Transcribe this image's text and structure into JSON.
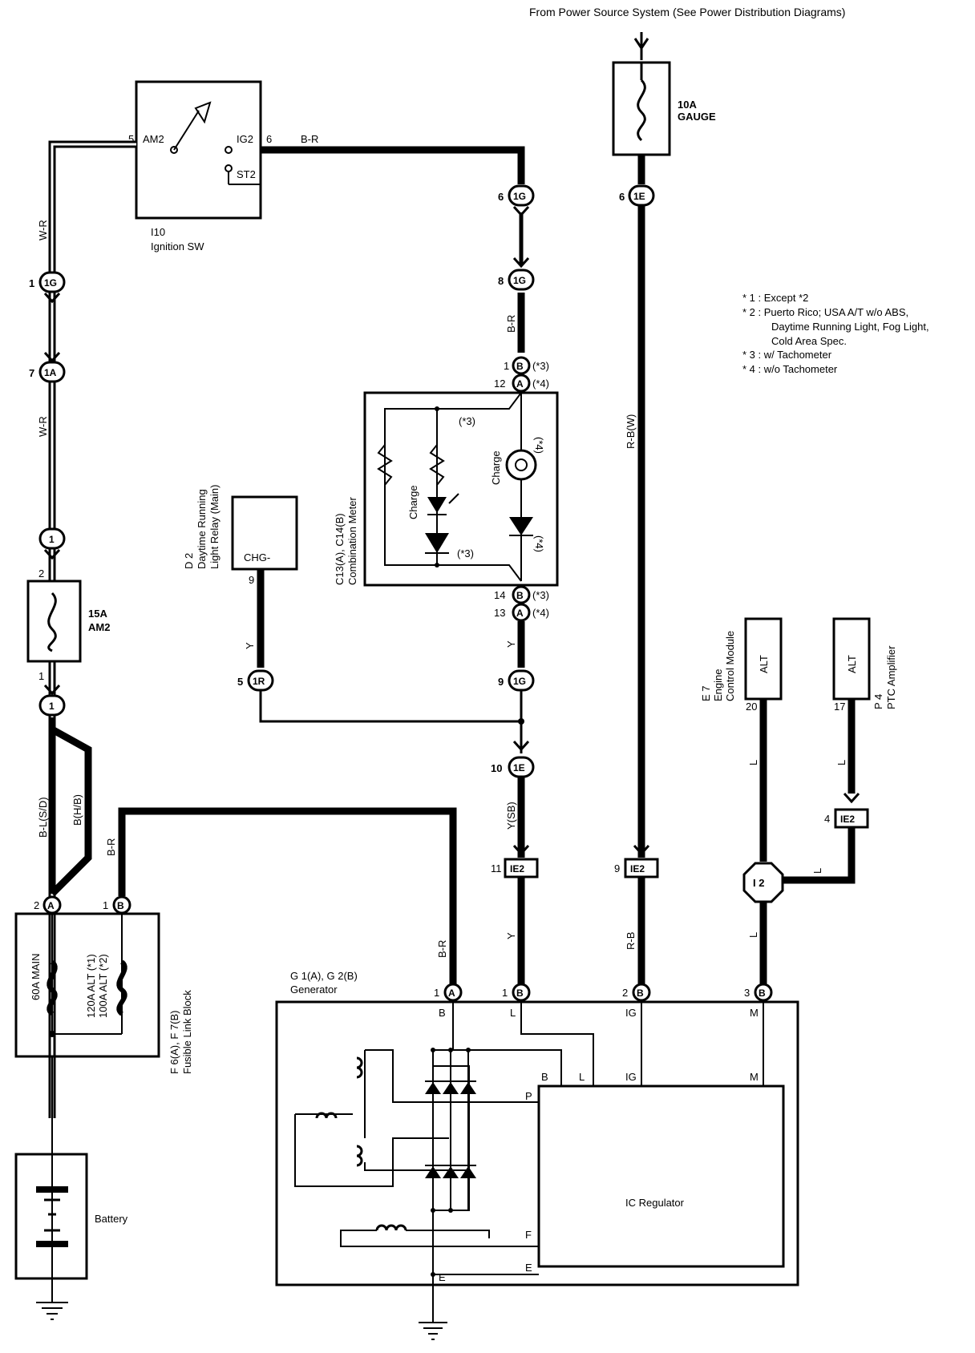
{
  "header": {
    "source": "From Power Source System (See Power Distribution Diagrams)"
  },
  "ignition": {
    "id": "I10",
    "name": "Ignition SW",
    "pin_am2": "5",
    "label_am2": "AM2",
    "pin_ig2": "6",
    "label_ig2": "IG2",
    "label_st2": "ST2"
  },
  "fuse_gauge": {
    "rating": "10A",
    "name": "GAUGE"
  },
  "fuse_am2": {
    "rating": "15A",
    "name": "AM2",
    "pin_top": "2",
    "pin_bottom": "1"
  },
  "fusible_block": {
    "id": "F 6(A), F 7(B)",
    "name": "Fusible Link Block",
    "main": "60A MAIN",
    "alt1": "120A ALT (*1)",
    "alt2": "100A ALT (*2)",
    "pin_a_num": "2",
    "pin_a": "A",
    "pin_b_num": "1",
    "pin_b": "B"
  },
  "battery": {
    "name": "Battery"
  },
  "notes": [
    "* 1 : Except *2",
    "* 2 : Puerto Rico; USA A/T w/o ABS,",
    "Daytime Running Light,  Fog Light,",
    "Cold Area Spec.",
    "* 3 : w/ Tachometer",
    "* 4 : w/o Tachometer"
  ],
  "meter": {
    "id": "C13(A), C14(B)",
    "name": "Combination Meter",
    "charge": "Charge",
    "star3": "(*3)",
    "star4": "(*4)",
    "p1": "1",
    "p12": "12",
    "p14": "14",
    "p13": "13",
    "b": "B",
    "a": "A"
  },
  "drl": {
    "id": "D 2",
    "name1": "Daytime Running",
    "name2": "Light Relay (Main)",
    "pin_label": "CHG-",
    "pin": "9"
  },
  "ecm": {
    "id": "E 7",
    "name1": "Engine",
    "name2": "Control Module",
    "label": "ALT",
    "pin": "20"
  },
  "ptc": {
    "id": "P 4",
    "name": "PTC Amplifier",
    "label": "ALT",
    "pin": "17"
  },
  "generator": {
    "id": "G 1(A), G 2(B)",
    "name": "Generator",
    "regulator": "IC Regulator",
    "pins": [
      {
        "num": "1",
        "conn": "A",
        "label": "B"
      },
      {
        "num": "1",
        "conn": "B",
        "label": "L"
      },
      {
        "num": "2",
        "conn": "B",
        "label": "IG"
      },
      {
        "num": "3",
        "conn": "B",
        "label": "M"
      }
    ],
    "reg_terms": {
      "b": "B",
      "l": "L",
      "ig": "IG",
      "m": "M",
      "p": "P",
      "f": "F",
      "e": "E"
    },
    "ground": "E"
  },
  "wires": {
    "wr": "W-R",
    "br": "B-R",
    "rbw": "R-B(W)",
    "y": "Y",
    "ysb": "Y(SB)",
    "rb": "R-B",
    "l": "L",
    "bls": "B-L(S/D)",
    "bhb": "B(H/B)"
  },
  "junctions": {
    "j1G_top": {
      "pin": "1",
      "code": "1G"
    },
    "j1A": {
      "pin": "7",
      "code": "1A"
    },
    "j1_a": {
      "code": "1"
    },
    "j1_b": {
      "code": "1"
    },
    "j1G_6": {
      "pin": "6",
      "code": "1G"
    },
    "j1G_8": {
      "pin": "8",
      "code": "1G"
    },
    "j1E_6": {
      "pin": "6",
      "code": "1E"
    },
    "j1G_9": {
      "pin": "9",
      "code": "1G"
    },
    "j1E_10": {
      "pin": "10",
      "code": "1E"
    },
    "j1R_5": {
      "pin": "5",
      "code": "1R"
    },
    "ie2_11": {
      "pin": "11",
      "code": "IE2"
    },
    "ie2_9": {
      "pin": "9",
      "code": "IE2"
    },
    "ie2_4": {
      "pin": "4",
      "code": "IE2"
    },
    "i2": {
      "code": "I 2"
    }
  }
}
